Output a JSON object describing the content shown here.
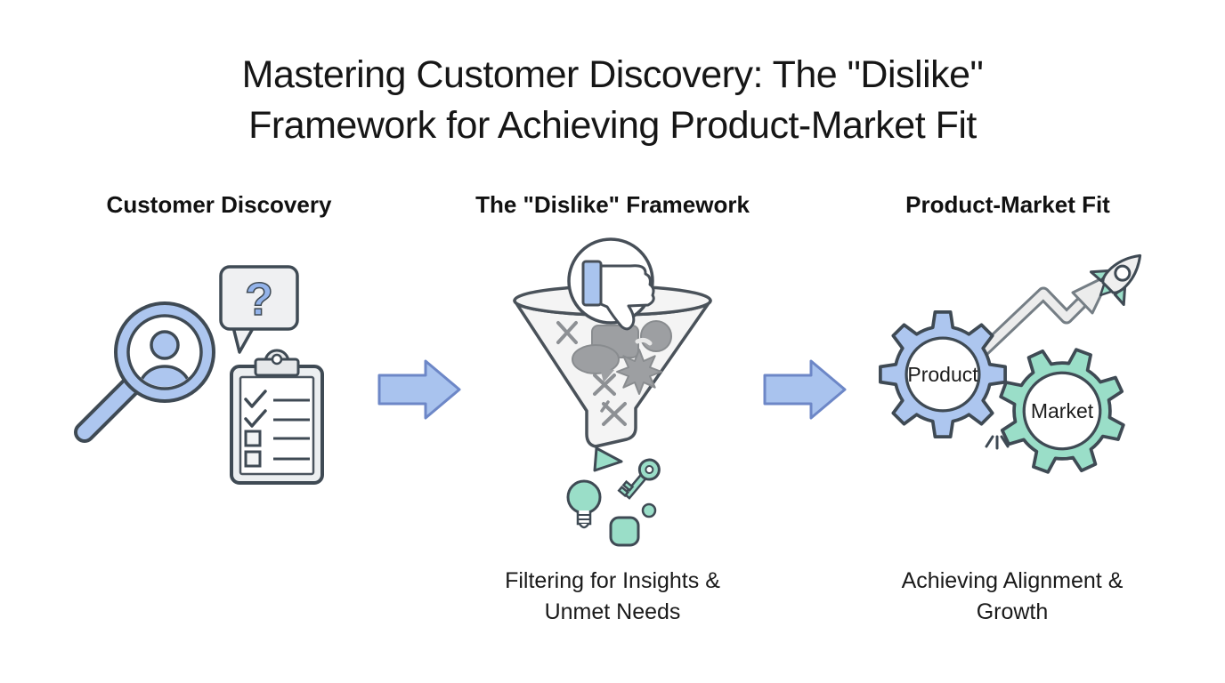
{
  "title": {
    "line1": "Mastering Customer Discovery: The \"Dislike\"",
    "line2": "Framework for Achieving Product-Market Fit"
  },
  "columns": [
    {
      "header": "Customer Discovery",
      "icons": [
        "magnifying-glass-user-icon",
        "question-speech-bubble-icon",
        "checklist-clipboard-icon"
      ]
    },
    {
      "header": "The \"Dislike\" Framework",
      "icons": [
        "thumbs-down-icon",
        "filter-funnel-icon",
        "rejected-feedback-shapes",
        "insight-lightbulb-icon",
        "insight-key-icon"
      ],
      "caption": {
        "line1": "Filtering for Insights &",
        "line2": "Unmet Needs"
      }
    },
    {
      "header": "Product-Market Fit",
      "icons": [
        "product-gear-icon",
        "market-gear-icon",
        "growth-zigzag-arrow-icon",
        "rocket-icon",
        "mesh-spark-icon"
      ],
      "caption": {
        "line1": "Achieving Alignment &",
        "line2": "Growth"
      },
      "gear_labels": {
        "product": "Product",
        "market": "Market"
      }
    }
  ],
  "speech_bubble_text": "?",
  "connectors": {
    "count": 2,
    "type": "arrow-right"
  },
  "colors": {
    "background": "#ffffff",
    "text": "#161616",
    "blue_fill": "#adc6ef",
    "blue_arrow_fill": "#a9c3ee",
    "blue_arrow_stroke": "#6d87c7",
    "teal_fill": "#9adec8",
    "outline": "#3f4a54",
    "light_gray_fill": "#eff0f2",
    "gray_shape_fill": "#9d9fa2",
    "gray_arrow_fill": "#ececec",
    "gray_arrow_stroke": "#757e85"
  }
}
